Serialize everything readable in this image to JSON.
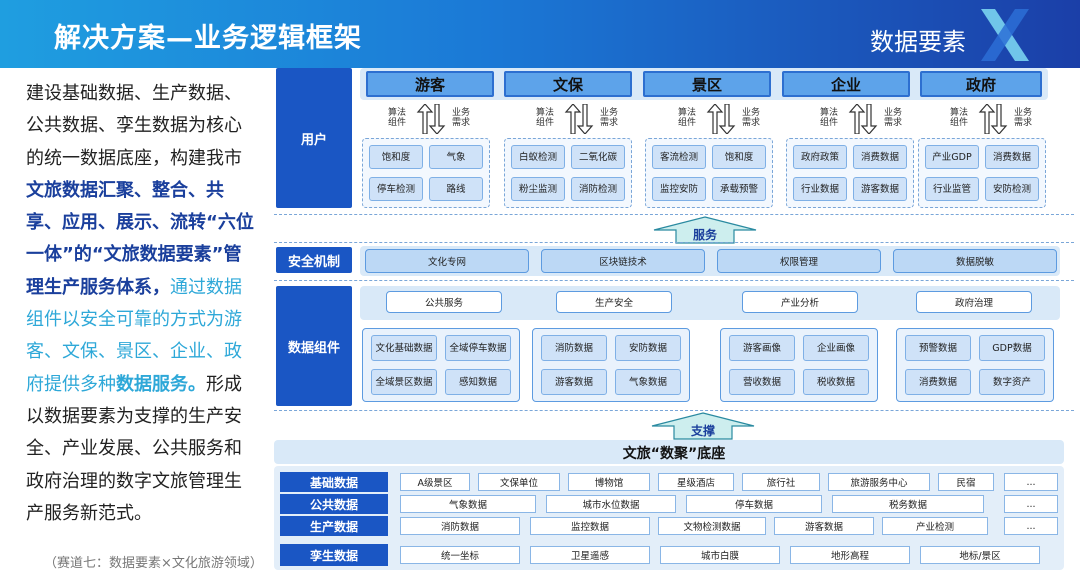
{
  "header": {
    "title": "解决方案—业务逻辑框架",
    "brand": "数据要素"
  },
  "left": {
    "p1": "建设基础数据、生产数据、公共数据、孪生数据为核心的统一数据底座，构建我市",
    "p2": "文旅数据汇聚、整合、共享、应用、展示、流转“六位一体”的“文旅数据要素”管理生产服务体系，",
    "p3": "通过数据组件以安全可靠的方式为游客、文保、景区、企业、政府提供多种",
    "p4": "数据服务。",
    "p5": "形成以数据要素为支撑的生产安全、产业发展、公共服务和政府治理的数字文旅管理生产服务新范式。",
    "caption": "（赛道七：数据要素×文化旅游领域）"
  },
  "users": {
    "label": "用户",
    "heads": [
      "游客",
      "文保",
      "景区",
      "企业",
      "政府"
    ],
    "algo": "算法组件",
    "biz": "业务需求",
    "groups": [
      [
        "饱和度",
        "气象",
        "停车检测",
        "路线"
      ],
      [
        "白蚁检测",
        "二氧化碳",
        "粉尘监测",
        "消防检测"
      ],
      [
        "客流检测",
        "饱和度",
        "监控安防",
        "承载预警"
      ],
      [
        "政府政策",
        "消费数据",
        "行业数据",
        "游客数据"
      ],
      [
        "产业GDP",
        "消费数据",
        "行业监管",
        "安防检测"
      ]
    ]
  },
  "service_arrow": "服务",
  "security": {
    "label": "安全机制",
    "items": [
      "文化专网",
      "区块链技术",
      "权限管理",
      "数据脱敏"
    ]
  },
  "components": {
    "label": "数据组件",
    "services": [
      "公共服务",
      "生产安全",
      "产业分析",
      "政府治理"
    ],
    "groups": [
      [
        "文化基础数据",
        "全域停车数据",
        "全域景区数据",
        "感知数据"
      ],
      [
        "消防数据",
        "安防数据",
        "游客数据",
        "气象数据"
      ],
      [
        "游客画像",
        "企业画像",
        "营收数据",
        "税收数据"
      ],
      [
        "预警数据",
        "GDP数据",
        "消费数据",
        "数字资产"
      ]
    ]
  },
  "support_arrow": "支撑",
  "base": {
    "title": "文旅“数聚”底座",
    "rows": [
      {
        "label": "基础数据",
        "cells": [
          "A级景区",
          "文保单位",
          "博物馆",
          "星级酒店",
          "旅行社",
          "旅游服务中心",
          "民宿",
          "..."
        ]
      },
      {
        "label": "公共数据",
        "cells": [
          "气象数据",
          "城市水位数据",
          "停车数据",
          "税务数据",
          "..."
        ]
      },
      {
        "label": "生产数据",
        "cells": [
          "消防数据",
          "监控数据",
          "文物检测数据",
          "游客数据",
          "产业检测",
          "..."
        ]
      },
      {
        "label": "孪生数据",
        "cells": [
          "统一坐标",
          "卫星遥感",
          "城市白膜",
          "地形高程",
          "地标/景区"
        ]
      }
    ]
  },
  "colors": {
    "primary": "#1a56c4",
    "accent": "#2ea8d8",
    "band": "#d9e9f8"
  }
}
